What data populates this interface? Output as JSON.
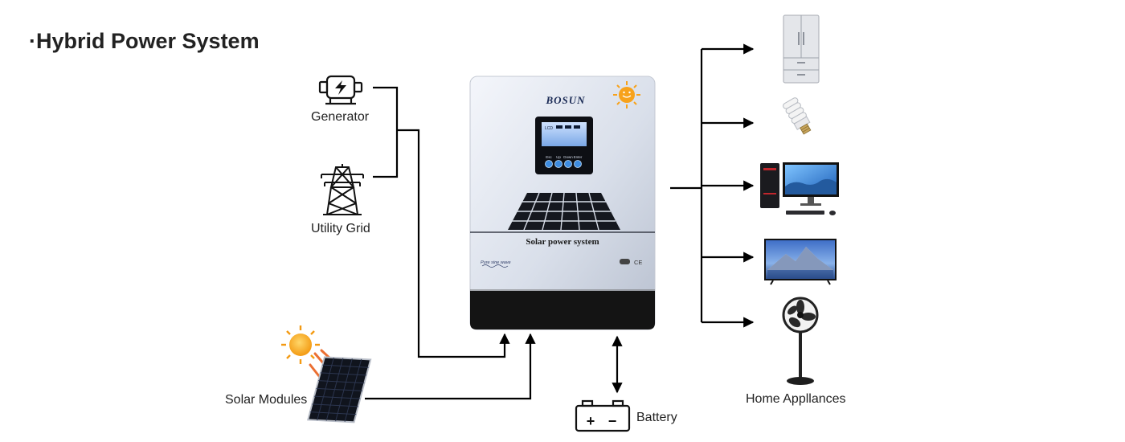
{
  "title": "·Hybrid Power System",
  "sources": {
    "generator": "Generator",
    "utility_grid": "Utility Grid",
    "solar_modules": "Solar Modules"
  },
  "battery": "Battery",
  "loads_label": "Home Appllances",
  "inverter": {
    "brand": "BOSUN",
    "screen_tag": "LCD",
    "buttons": [
      "Esc",
      "Up",
      "Down",
      "Enter"
    ],
    "panel_text": "Solar power system",
    "wave_text": "Pure sine wave",
    "cert_text": "CE"
  },
  "battery_symbols": {
    "plus": "+",
    "minus": "−"
  },
  "colors": {
    "line": "#000000",
    "inverter_dark": "#141414",
    "sun": "#f7a21b"
  },
  "icons": [
    "generator-icon",
    "utility-tower-icon",
    "solar-panel-icon",
    "battery-icon",
    "fridge-icon",
    "bulb-icon",
    "computer-icon",
    "tv-icon",
    "fan-icon"
  ]
}
